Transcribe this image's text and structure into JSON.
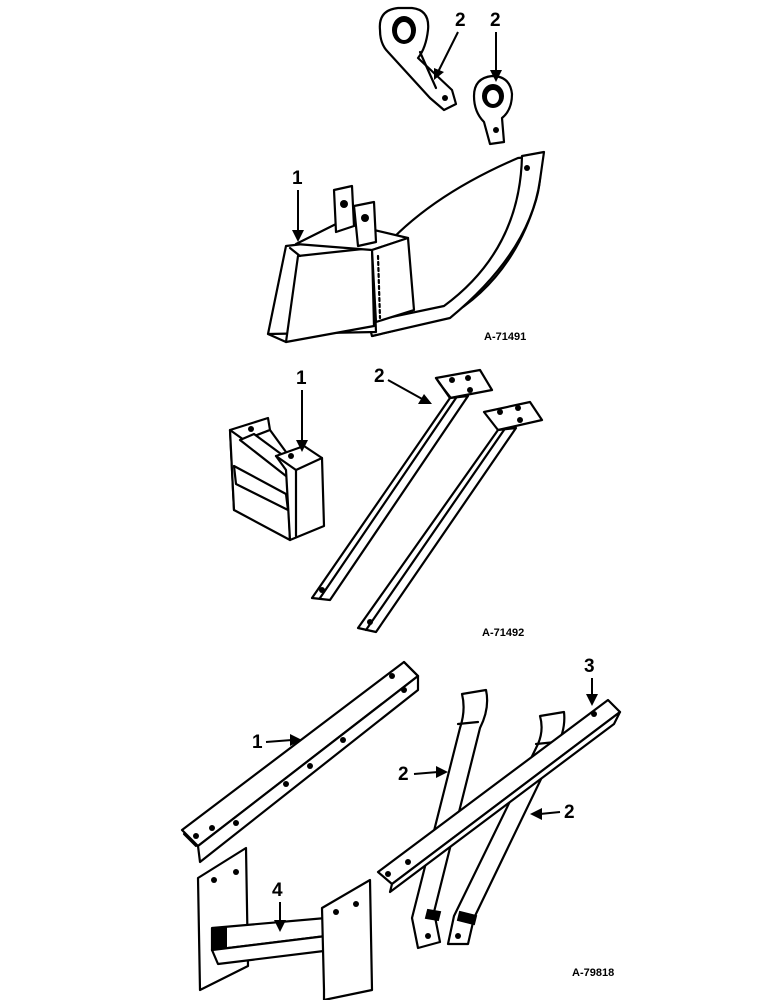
{
  "figures": [
    {
      "ref": "A-71491",
      "callouts": [
        "2",
        "2",
        "1"
      ]
    },
    {
      "ref": "A-71492",
      "callouts": [
        "1",
        "2"
      ]
    },
    {
      "ref": "A-79818",
      "callouts": [
        "1",
        "2",
        "2",
        "3",
        "4"
      ]
    }
  ],
  "colors": {
    "ink": "#000000",
    "paper": "#ffffff"
  }
}
